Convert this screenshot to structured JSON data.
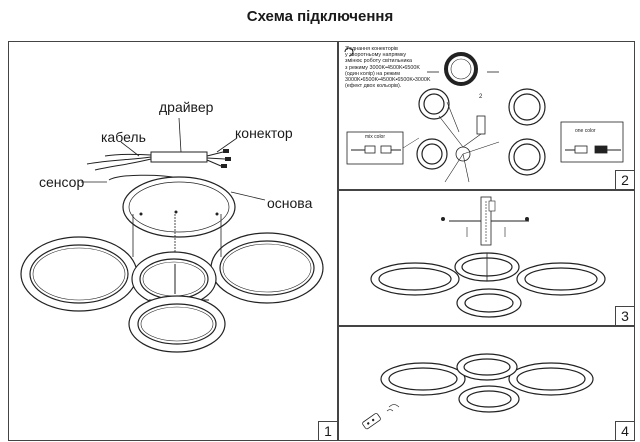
{
  "title": "Схема підключення",
  "panel1": {
    "labels": {
      "driver": "драйвер",
      "cable": "кабель",
      "connector": "конектор",
      "sensor": "сенсор",
      "base": "основа"
    },
    "number": "1"
  },
  "panel2": {
    "note_lines": [
      "З'єднання конекторів",
      "у зворотньому напрямку",
      "змінює роботу світильника",
      "з режиму 3000K•4500K•6500K",
      "(один колір) на режим",
      "3000K•6500K•4500K•6500K•3000K",
      "(ефект двох кольорів)."
    ],
    "mix_label": "mix color",
    "one_label": "one color",
    "step_label": "2",
    "number": "2"
  },
  "panel3": {
    "number": "3"
  },
  "panel4": {
    "number": "4"
  }
}
